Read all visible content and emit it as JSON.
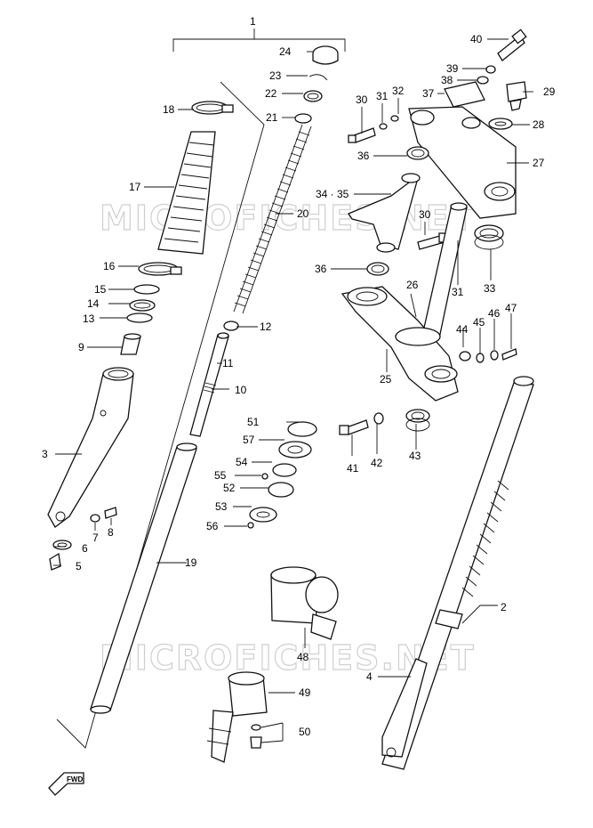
{
  "watermark": "MICROFICHES.NET",
  "fwd_label": "FWD",
  "callouts": {
    "p1": "1",
    "p2": "2",
    "p3": "3",
    "p4": "4",
    "p5": "5",
    "p6": "6",
    "p7": "7",
    "p8": "8",
    "p9": "9",
    "p10": "10",
    "p11": "11",
    "p12": "12",
    "p13": "13",
    "p14": "14",
    "p15": "15",
    "p16": "16",
    "p17": "17",
    "p18": "18",
    "p19": "19",
    "p20": "20",
    "p21": "21",
    "p22": "22",
    "p23": "23",
    "p24": "24",
    "p25": "25",
    "p26": "26",
    "p27": "27",
    "p28": "28",
    "p29": "29",
    "p30a": "30",
    "p30b": "30",
    "p31a": "31",
    "p31b": "31",
    "p32": "32",
    "p33": "33",
    "p34_35": "34 · 35",
    "p36a": "36",
    "p36b": "36",
    "p37": "37",
    "p38": "38",
    "p39": "39",
    "p40": "40",
    "p41": "41",
    "p42": "42",
    "p43": "43",
    "p44": "44",
    "p45": "45",
    "p46": "46",
    "p47": "47",
    "p48": "48",
    "p49": "49",
    "p50": "50",
    "p51": "51",
    "p52": "52",
    "p53": "53",
    "p54": "54",
    "p55": "55",
    "p56": "56",
    "p57": "57"
  }
}
